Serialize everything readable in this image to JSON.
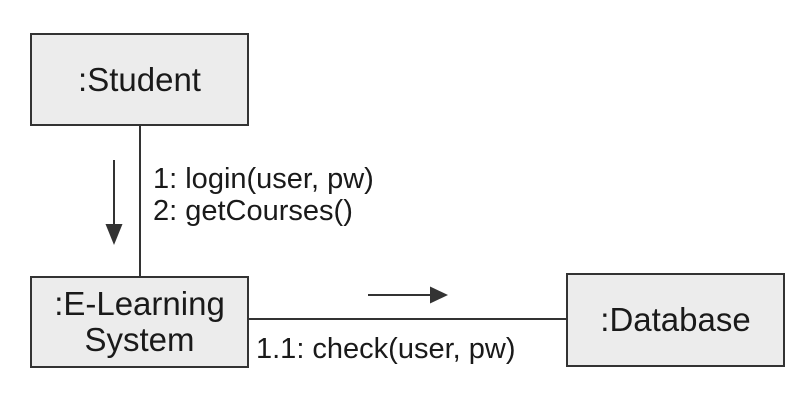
{
  "diagram": {
    "kind": "uml-communication-diagram",
    "colors": {
      "background": "#ffffff",
      "node_fill": "#ececec",
      "node_border": "#333333",
      "line": "#333333",
      "text": "#1a1a1a"
    },
    "nodes": [
      {
        "id": "student",
        "label": ":Student"
      },
      {
        "id": "elearning",
        "label_lines": [
          ":E-Learning",
          "System"
        ]
      },
      {
        "id": "database",
        "label": ":Database"
      }
    ],
    "links": [
      {
        "from": "student",
        "to": "elearning",
        "arrow_direction": "down",
        "messages": [
          "1: login(user, pw)",
          "2: getCourses()"
        ]
      },
      {
        "from": "elearning",
        "to": "database",
        "arrow_direction": "right",
        "messages": [
          "1.1: check(user, pw)"
        ]
      }
    ]
  }
}
